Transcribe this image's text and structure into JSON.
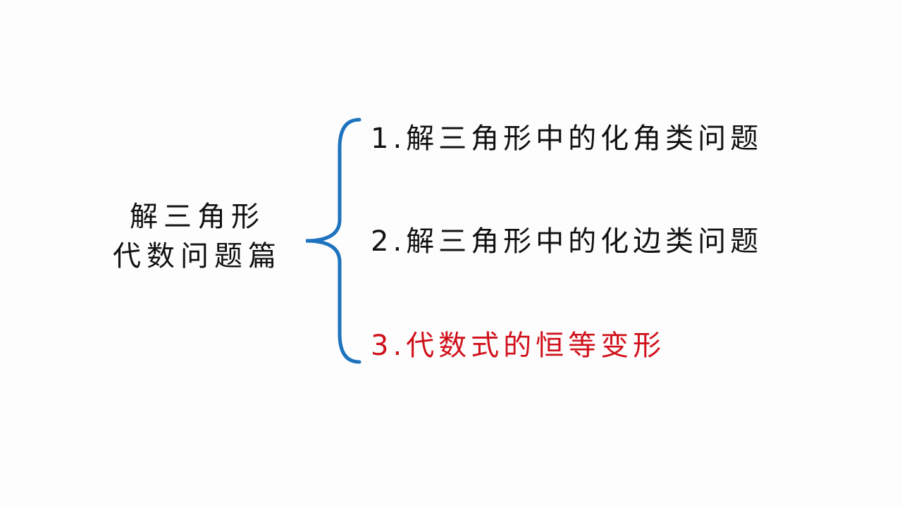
{
  "topic": {
    "line1": "解三角形",
    "line2": "代数问题篇"
  },
  "items": [
    {
      "label": "1.解三角形中的化角类问题",
      "color": "#111111"
    },
    {
      "label": "2.解三角形中的化边类问题",
      "color": "#111111"
    },
    {
      "label": "3.代数式的恒等变形",
      "color": "#d0101a"
    }
  ],
  "colors": {
    "brace": "#1e73be",
    "background": "#fdfdfd",
    "text": "#111111",
    "highlight": "#d0101a"
  }
}
